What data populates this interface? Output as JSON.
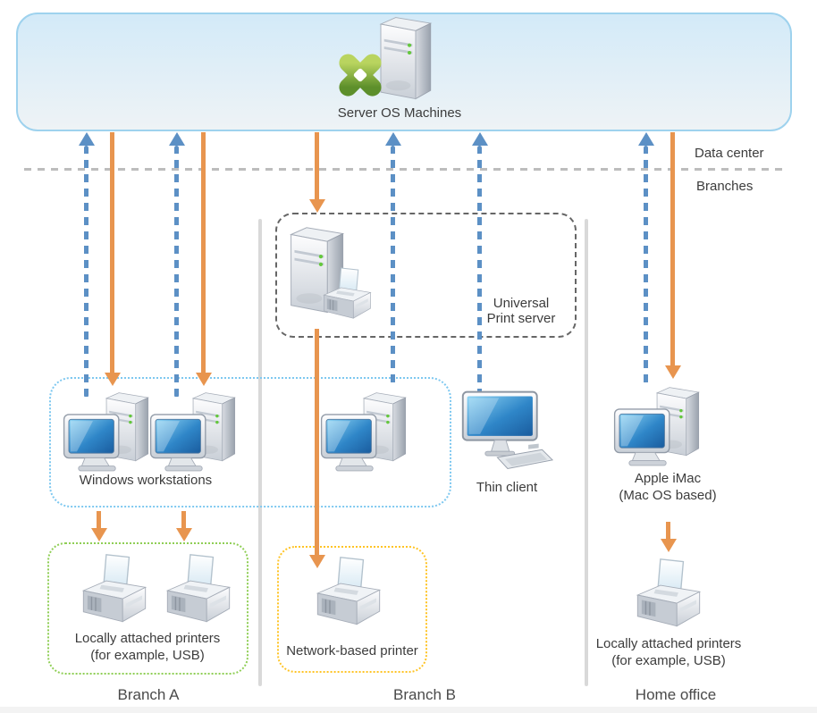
{
  "banner": {
    "label": "Server OS Machines"
  },
  "zone_labels": {
    "top": "Data center",
    "bottom": "Branches"
  },
  "branch_a": {
    "name": "Branch A",
    "workstations_label": "Windows workstations",
    "printers_label_line1": "Locally attached printers",
    "printers_label_line2": "(for example, USB)"
  },
  "branch_b": {
    "name": "Branch B",
    "print_server_label_line1": "Universal",
    "print_server_label_line2": "Print server",
    "thin_client_label": "Thin client",
    "printer_label": "Network-based printer"
  },
  "home_office": {
    "name": "Home office",
    "computer_label_line1": "Apple iMac",
    "computer_label_line2": "(Mac OS based)",
    "printers_label_line1": "Locally attached printers",
    "printers_label_line2": "(for example, USB)"
  },
  "colors": {
    "orange": "#E8954F",
    "blue": "#5C90C5",
    "gray_dash": "#BDBDBD",
    "blue_box": "#7EC8F0",
    "green_box": "#8FCE55",
    "yellow_box": "#FFC425",
    "ups_box": "#666666",
    "divider": "#D9D9D9",
    "banner_border": "#9ED2EE",
    "banner_top": "#D3EAF8",
    "banner_bottom": "#EEF3F6"
  },
  "icons": {
    "server": "server-tower-icon",
    "logo": "green-x-logo-icon",
    "workstation": "desktop-computer-icon",
    "thin_client": "thin-client-icon",
    "printer": "printer-icon",
    "print_server": "print-server-icon"
  }
}
